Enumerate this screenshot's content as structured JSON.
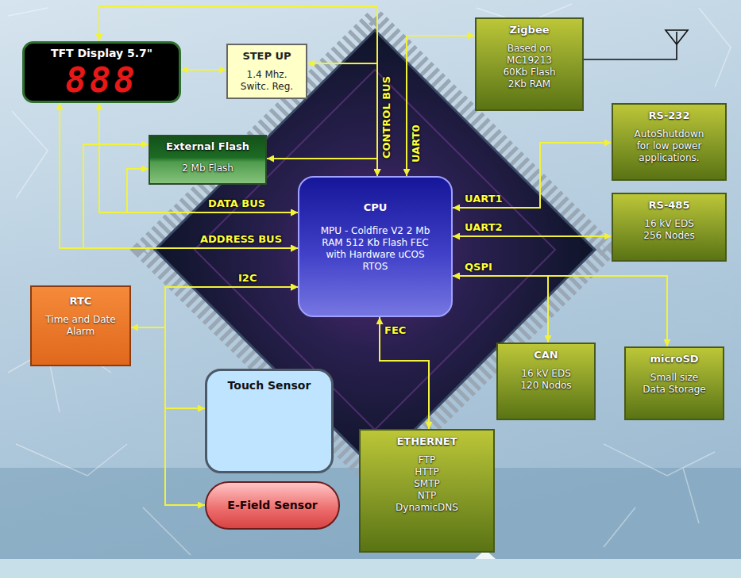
{
  "diagram": {
    "nodes": [
      {
        "text": [
          "TFT Display 5.7\"",
          "888"
        ]
      },
      {
        "text": [
          "STEP UP",
          "1.4 Mhz. Switc. Reg."
        ]
      },
      {
        "text": [
          "Zigbee",
          "Based on MC19213 60Kb Flash 2Kb RAM"
        ]
      },
      {
        "text": [
          "External Flash",
          "2 Mb Flash"
        ]
      },
      {
        "text": [
          "RS-232",
          "AutoShutdown for low power applications."
        ]
      },
      {
        "text": [
          "CPU",
          "MPU - Coldfire V2 2 Mb RAM 512 Kb Flash FEC with Hardware uCOS RTOS"
        ]
      },
      {
        "text": [
          "RS-485",
          "16 kV EDS 256 Nodes"
        ]
      },
      {
        "text": [
          "RTC",
          "Time and Date Alarm"
        ]
      },
      {
        "text": [
          "Touch Sensor"
        ]
      },
      {
        "text": [
          "CAN",
          "16 kV EDS 120 Nodos"
        ]
      },
      {
        "text": [
          "microSD",
          "Small size Data Storage"
        ]
      },
      {
        "text": [
          "E-Field Sensor"
        ]
      },
      {
        "text": [
          "ETHERNET",
          "FTP HTTP SMTP NTP DynamicDNS"
        ]
      }
    ],
    "edges": [
      {
        "from": 5,
        "to": 0,
        "arrow": "both",
        "label": "DATA BUS"
      },
      {
        "from": 5,
        "to": 3,
        "arrow": "both"
      },
      {
        "from": 5,
        "to": 0,
        "arrow": "both",
        "label": "ADDRESS BUS"
      },
      {
        "from": 5,
        "to": 3,
        "arrow": "both"
      },
      {
        "from": 5,
        "to": 0,
        "arrow": "both",
        "label": "CONTROL BUS"
      },
      {
        "from": 5,
        "to": 1,
        "arrow": "both"
      },
      {
        "from": 5,
        "to": 3,
        "arrow": "both"
      },
      {
        "from": 0,
        "to": 1,
        "arrow": "both"
      },
      {
        "from": 5,
        "to": 2,
        "arrow": "both",
        "label": "UART0"
      },
      {
        "from": 5,
        "to": 4,
        "arrow": "both",
        "label": "UART1"
      },
      {
        "from": 5,
        "to": 6,
        "arrow": "both",
        "label": "UART2"
      },
      {
        "from": 5,
        "to": 10,
        "arrow": "both",
        "label": "QSPI"
      },
      {
        "from": 5,
        "to": 9,
        "arrow": "both"
      },
      {
        "from": 5,
        "to": 12,
        "arrow": "both",
        "label": "FEC"
      },
      {
        "from": 5,
        "to": 7,
        "arrow": "both",
        "label": "I2C"
      },
      {
        "from": 5,
        "to": 8,
        "arrow": "both"
      },
      {
        "from": 5,
        "to": 11,
        "arrow": "both"
      }
    ]
  }
}
